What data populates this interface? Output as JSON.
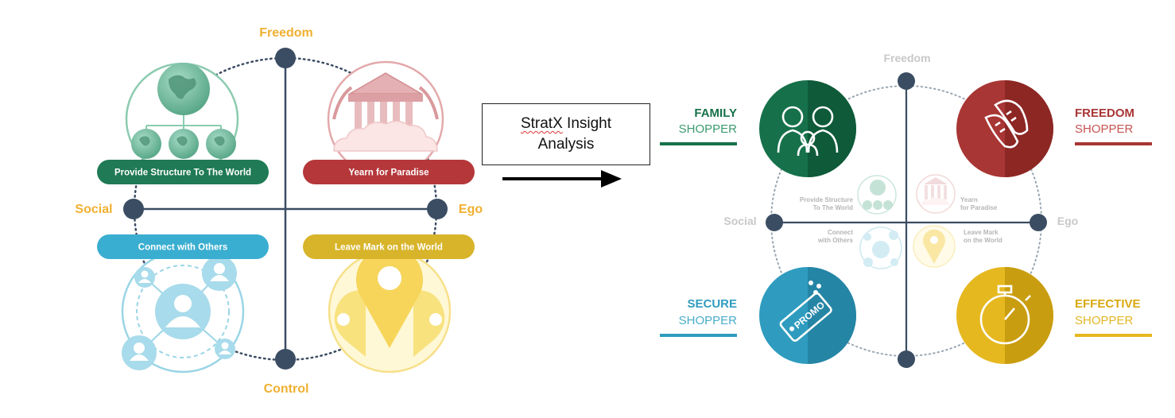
{
  "left_diagram": {
    "axes": {
      "top": "Freedom",
      "bottom": "Control",
      "left": "Social",
      "right": "Ego"
    },
    "quadrants": [
      {
        "label": "Provide Structure To The World",
        "color": "#1f7a55",
        "icon": "globe-hierarchy-icon"
      },
      {
        "label": "Yearn for Paradise",
        "color": "#b5373a",
        "icon": "temple-clouds-icon"
      },
      {
        "label": "Connect with Others",
        "color": "#3aaed0",
        "icon": "people-network-icon"
      },
      {
        "label": "Leave Mark on the World",
        "color": "#d8b42a",
        "icon": "location-pin-icon"
      }
    ]
  },
  "insight_box": {
    "line1_word": "StratX",
    "line1_rest": " Insight",
    "line2": "Analysis"
  },
  "right_diagram": {
    "axes": {
      "top": "Freedom",
      "left": "Social",
      "right": "Ego"
    },
    "inner_labels": {
      "top_left": [
        "Provide Structure",
        "To The World"
      ],
      "top_right": [
        "Yearn",
        "for Paradise"
      ],
      "bottom_left": [
        "Connect",
        "with Others"
      ],
      "bottom_right": [
        "Leave Mark",
        "on the World"
      ]
    },
    "shoppers": [
      {
        "top": "FAMILY",
        "bottom": "SHOPPER",
        "color": "#16714a",
        "icon": "family-icon"
      },
      {
        "top": "FREEDOM",
        "bottom": "SHOPPER",
        "color": "#a83634",
        "icon": "shoes-icon"
      },
      {
        "top": "SECURE",
        "bottom": "SHOPPER",
        "color": "#2f9cbf",
        "icon": "promo-tag-icon"
      },
      {
        "top": "EFFECTIVE",
        "bottom": "SHOPPER",
        "color": "#e6b820",
        "icon": "stopwatch-icon"
      }
    ],
    "promo_tag_text": "PROMO"
  },
  "colors": {
    "axis_node": "#3b4d63",
    "axis_word": "#f0b030"
  }
}
